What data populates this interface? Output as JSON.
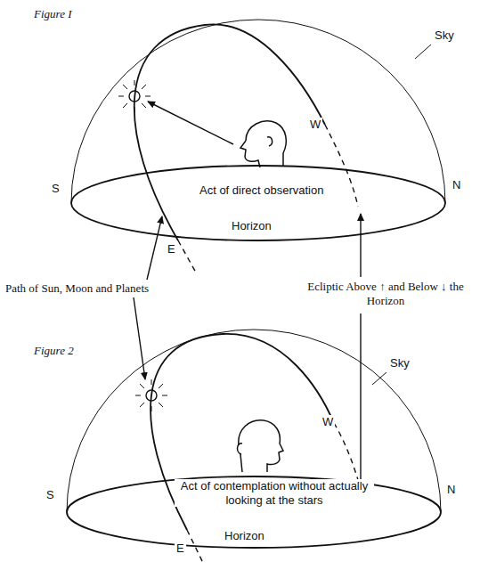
{
  "diagram": {
    "labels": [
      "Figure I",
      "Sky",
      "W",
      "S",
      "N",
      "Act of direct observation",
      "Horizon",
      "E",
      "Path of Sun, Moon and Planets",
      "Ecliptic Above ↑ and Below ↓ the Horizon",
      "Figure 2",
      "Sky",
      "W",
      "S",
      "N",
      "Act of contemplation without actually looking at the stars",
      "Horizon",
      "E"
    ]
  }
}
